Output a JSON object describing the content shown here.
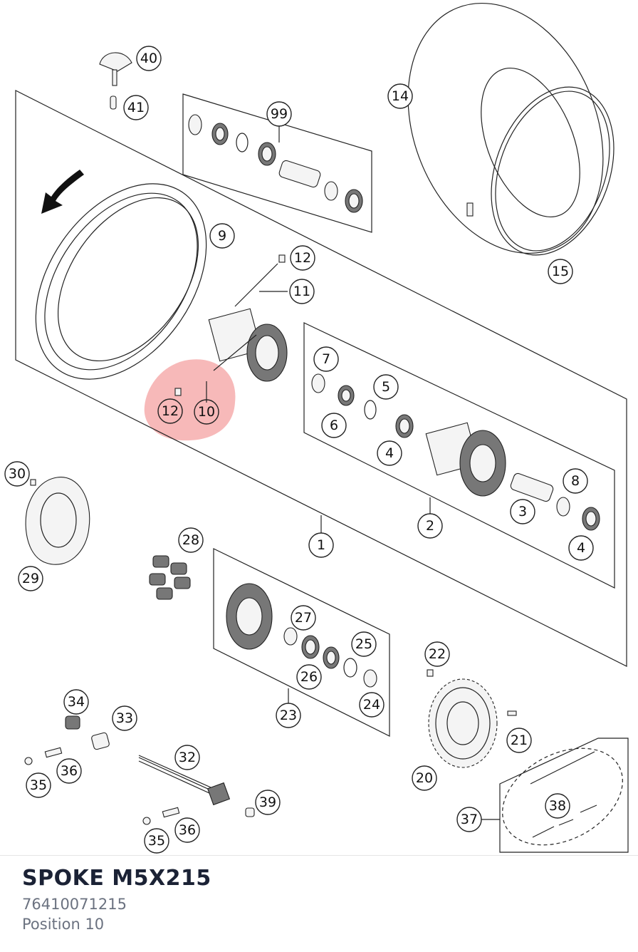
{
  "part": {
    "name": "SPOKE M5X215",
    "number": "76410071215",
    "position": "Position 10"
  },
  "highlight_color": "#f08080",
  "callouts": {
    "c1": "1",
    "c2": "2",
    "c3": "3",
    "c4a": "4",
    "c4b": "4",
    "c5": "5",
    "c6": "6",
    "c7": "7",
    "c8": "8",
    "c9": "9",
    "c10": "10",
    "c11": "11",
    "c12a": "12",
    "c12b": "12",
    "c14": "14",
    "c15": "15",
    "c20": "20",
    "c21": "21",
    "c22": "22",
    "c23": "23",
    "c24": "24",
    "c25": "25",
    "c26": "26",
    "c27": "27",
    "c28": "28",
    "c29": "29",
    "c30": "30",
    "c32": "32",
    "c33": "33",
    "c34": "34",
    "c35a": "35",
    "c35b": "35",
    "c36a": "36",
    "c36b": "36",
    "c37": "37",
    "c38": "38",
    "c39": "39",
    "c40": "40",
    "c41": "41",
    "c99": "99"
  }
}
